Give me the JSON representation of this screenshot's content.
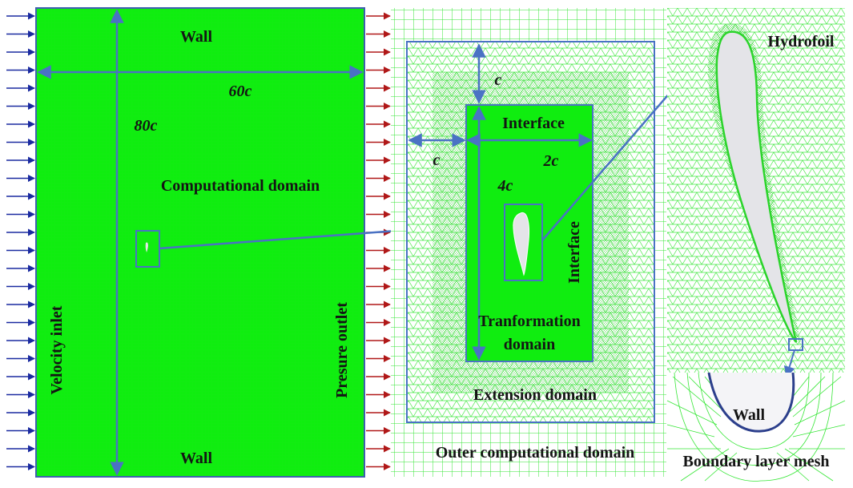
{
  "labels": {
    "wall_top": "Wall",
    "wall_bottom": "Wall",
    "width_main": "60c",
    "height_main": "80c",
    "computational_domain": "Computational domain",
    "velocity_inlet": "Velocity inlet",
    "pressure_outlet": "Presure outlet",
    "dim_c_top": "c",
    "dim_c_left": "c",
    "interface_top": "Interface",
    "dim_2c": "2c",
    "dim_4c": "4c",
    "interface_right": "Interface",
    "transformation_domain_line1": "Tranformation",
    "transformation_domain_line2": "domain",
    "extension_domain": "Extension domain",
    "outer_computational_domain": "Outer computational domain",
    "hydrofoil": "Hydrofoil",
    "wall_zoom": "Wall",
    "boundary_layer_mesh": "Boundary layer mesh"
  },
  "colors": {
    "domain_green": "#0fee0f",
    "mesh_green": "#35e635",
    "arrow_blue": "#4a72c4",
    "inlet_arrow": "#1a2aa0",
    "outlet_arrow": "#b01818",
    "text": "#141414",
    "foil_fill": "#e4e4e8",
    "wall_curve": "#2c3f8c"
  }
}
